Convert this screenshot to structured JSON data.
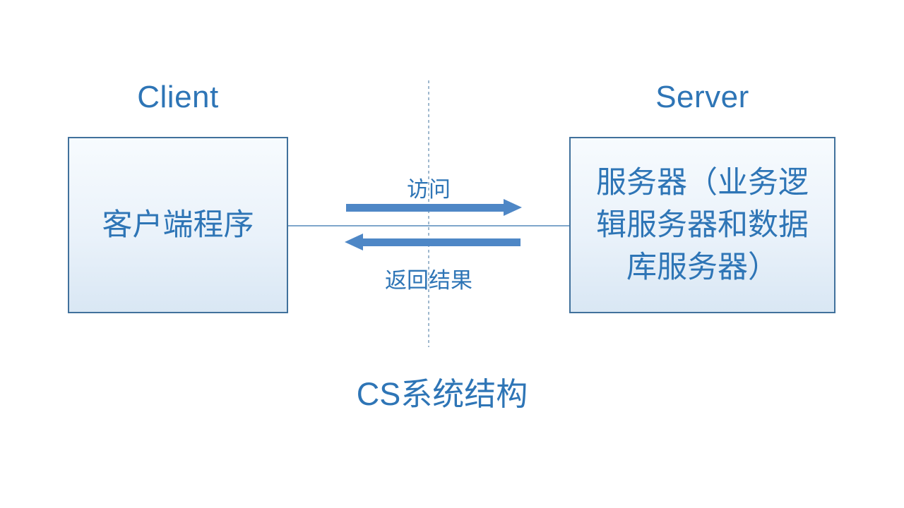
{
  "diagram": {
    "caption": "CS系统结构",
    "client": {
      "column_label": "Client",
      "box_text": "客户端程序"
    },
    "server": {
      "column_label": "Server",
      "box_text": "服务器（业务逻辑服务器和数据库服务器）",
      "box_lines": [
        "服务器（业务逻",
        "辑服务器和数据",
        "库服务器）"
      ]
    },
    "arrows": [
      {
        "direction": "right",
        "label": "访问"
      },
      {
        "direction": "left",
        "label": "返回结果"
      }
    ],
    "colors": {
      "text": "#2E75B6",
      "arrow": "#4E87C6",
      "box_border": "#41719C",
      "box_fill_top": "#F7FBFE",
      "box_fill_bottom": "#D9E7F4",
      "connector_line": "#7EA6CB",
      "dashed_divider": "#9FB8CE",
      "background": "#FFFFFF"
    }
  }
}
